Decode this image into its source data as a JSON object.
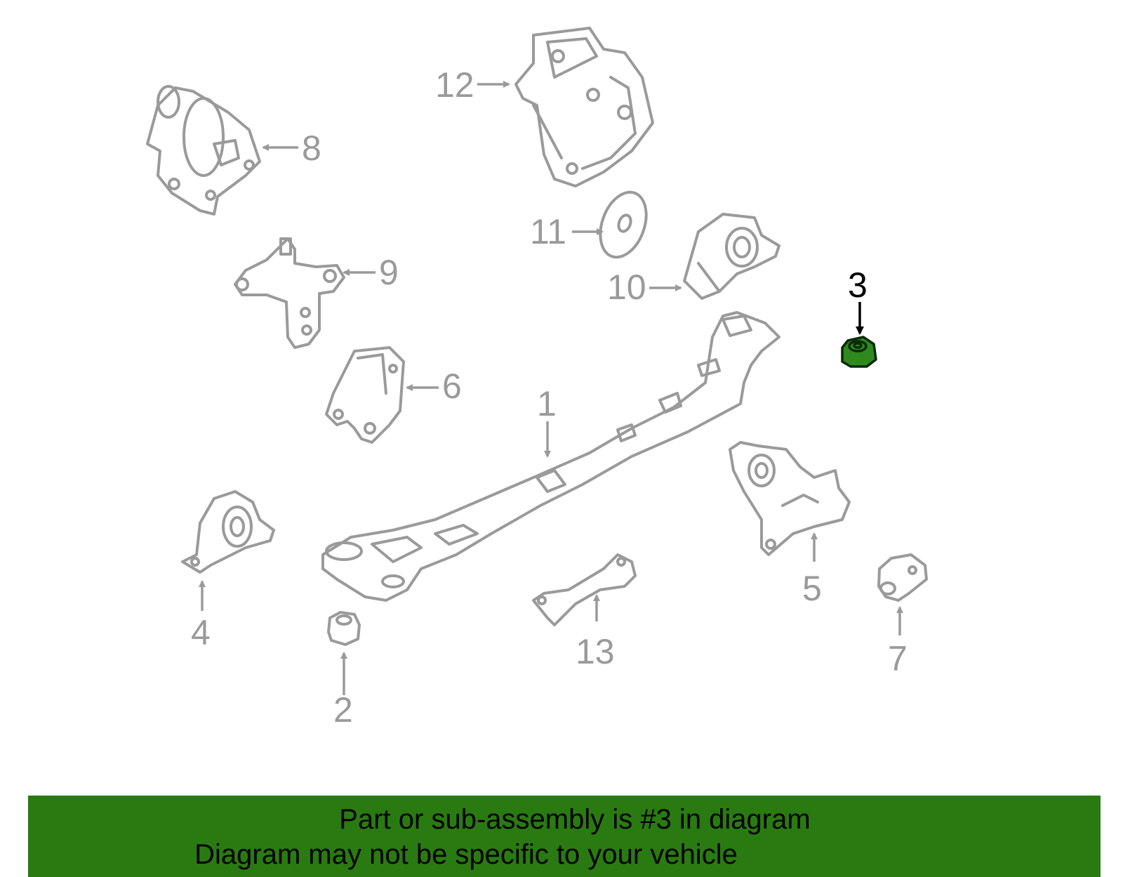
{
  "callouts": [
    {
      "number": "1",
      "highlighted": false
    },
    {
      "number": "2",
      "highlighted": false
    },
    {
      "number": "3",
      "highlighted": true
    },
    {
      "number": "4",
      "highlighted": false
    },
    {
      "number": "5",
      "highlighted": false
    },
    {
      "number": "6",
      "highlighted": false
    },
    {
      "number": "7",
      "highlighted": false
    },
    {
      "number": "8",
      "highlighted": false
    },
    {
      "number": "9",
      "highlighted": false
    },
    {
      "number": "10",
      "highlighted": false
    },
    {
      "number": "11",
      "highlighted": false
    },
    {
      "number": "12",
      "highlighted": false
    },
    {
      "number": "13",
      "highlighted": false
    }
  ],
  "banner": {
    "line1": "Part or sub-assembly is #3 in diagram",
    "line2": "Diagram may not be specific to your vehicle"
  },
  "colors": {
    "highlight_part": "#2f8a1e",
    "banner_background": "#2a7a12",
    "part_outline": "#9a9a9a"
  }
}
